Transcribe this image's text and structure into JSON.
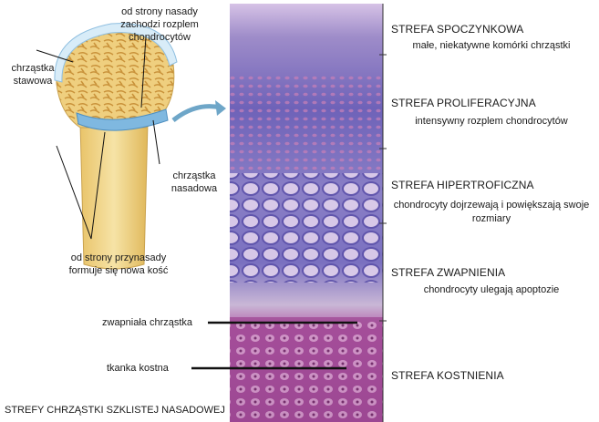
{
  "caption": "STREFY CHRZĄSTKI SZKLISTEJ NASADOWEJ",
  "bone_labels": {
    "nasada_top": "od strony nasady\nzachodzi rozplem chondrocytów",
    "articular": "chrząstka\nstawowa",
    "epiphyseal": "chrząstka\nnasadowa",
    "metaphysis": "od strony przynasady\nformuje się nowa kość"
  },
  "micro_labels": {
    "calcified": "zwapniała chrząstka",
    "bone_tissue": "tkanka kostna"
  },
  "zones": [
    {
      "title": "STREFA SPOCZYNKOWA",
      "desc": "małe, niekatywne komórki chrząstki"
    },
    {
      "title": "STREFA PROLIFERACYJNA",
      "desc": "intensywny rozplem chondrocytów"
    },
    {
      "title": "STREFA HIPERTROFICZNA",
      "desc": "chondrocyty dojrzewają i powiększają swoje rozmiary"
    },
    {
      "title": "STREFA ZWAPNIENIA",
      "desc": "chondrocyty ulegają apoptozie"
    },
    {
      "title": "STREFA KOSTNIENIA",
      "desc": ""
    }
  ],
  "colors": {
    "cartilage_blue": "#b9d8ee",
    "bone_yellow": "#f0d27e",
    "spongy": "#d9a84a",
    "stain_purple": "#6b5fb4",
    "stain_magenta": "#a24e9a",
    "arrow": "#6ea6c8"
  }
}
